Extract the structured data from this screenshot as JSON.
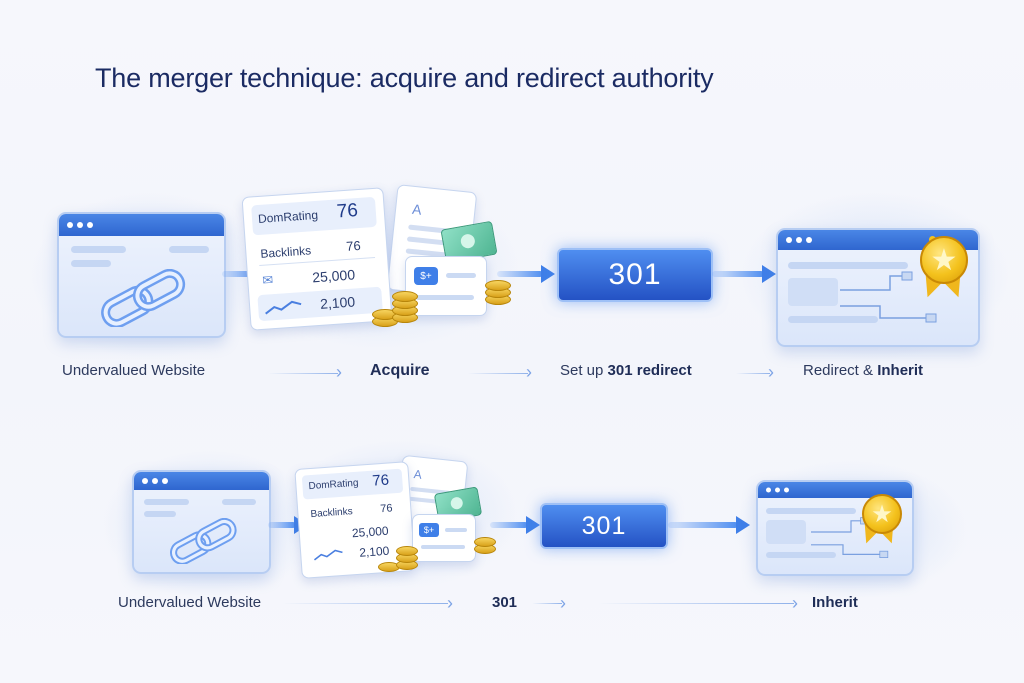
{
  "title": "The merger technique: acquire and redirect authority",
  "row1": {
    "metrics_card": {
      "domrating_label": "DomRating",
      "domrating_value": "76",
      "backlinks_label": "Backlinks",
      "backlinks_value": "76",
      "row2_value": "25,000",
      "row3_value": "2,100"
    },
    "cash_card": {
      "symbol": "$+"
    },
    "redirect_pill": "301",
    "labels": {
      "step1": "Undervalued Website",
      "step2": "Acquire",
      "step3_prefix": "Set up ",
      "step3_bold": "301 redirect",
      "step4_prefix": "Redirect & ",
      "step4_bold": "Inherit"
    }
  },
  "row2": {
    "metrics_card": {
      "domrating_label": "DomRating",
      "domrating_value": "76",
      "backlinks_label": "Backlinks",
      "backlinks_value": "76",
      "row2_value": "25,000",
      "row3_value": "2,100"
    },
    "cash_card": {
      "symbol": "$+"
    },
    "redirect_pill": "301",
    "labels": {
      "step1": "Undervalued Website",
      "step2": "301",
      "step3": "Inherit"
    }
  },
  "icons": [
    "chain-link-icon",
    "mail-icon",
    "trend-line-icon",
    "document-icon",
    "banknote-icon",
    "coins-icon",
    "gold-star-badge-icon"
  ],
  "colors": {
    "title": "#1b2b63",
    "accent_blue": "#2f66cf",
    "pill_blue": "#2452c4",
    "gold": "#f4c21d"
  }
}
